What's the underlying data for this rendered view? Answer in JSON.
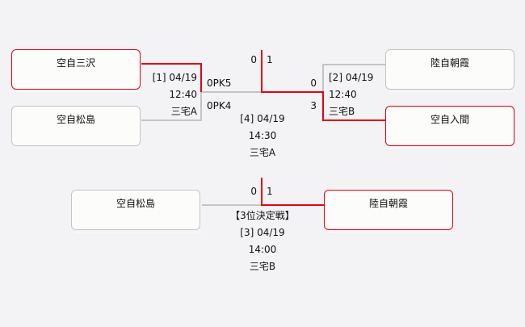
{
  "bracket": {
    "semifinal_1": {
      "match_no": "[1]",
      "date": "04/19",
      "time": "12:40",
      "venue": "三宅A",
      "team_top": {
        "name": "空自三沢",
        "score": "0PK5",
        "winner": true
      },
      "team_bottom": {
        "name": "空自松島",
        "score": "0PK4",
        "winner": false
      }
    },
    "semifinal_2": {
      "match_no": "[2]",
      "date": "04/19",
      "time": "12:40",
      "venue": "三宅B",
      "team_top": {
        "name": "陸自朝霞",
        "score": "0",
        "winner": false
      },
      "team_bottom": {
        "name": "空自入間",
        "score": "3",
        "winner": true
      }
    },
    "final": {
      "match_no": "[4]",
      "date": "04/19",
      "time": "14:30",
      "venue": "三宅A",
      "score_left": "0",
      "score_right": "1"
    },
    "third_place": {
      "title": "【3位決定戦】",
      "match_no": "[3]",
      "date": "04/19",
      "time": "14:00",
      "venue": "三宅B",
      "team_left": {
        "name": "空自松島",
        "winner": false
      },
      "team_right": {
        "name": "陸自朝霞",
        "winner": true
      },
      "score_left": "0",
      "score_right": "1"
    }
  },
  "colors": {
    "winner_line": "#e60012",
    "loser_line": "#c4c4c4",
    "box_border": "#c4c4c4",
    "box_bg": "#fcfdfb",
    "page_bg": "#f3f2f5"
  }
}
